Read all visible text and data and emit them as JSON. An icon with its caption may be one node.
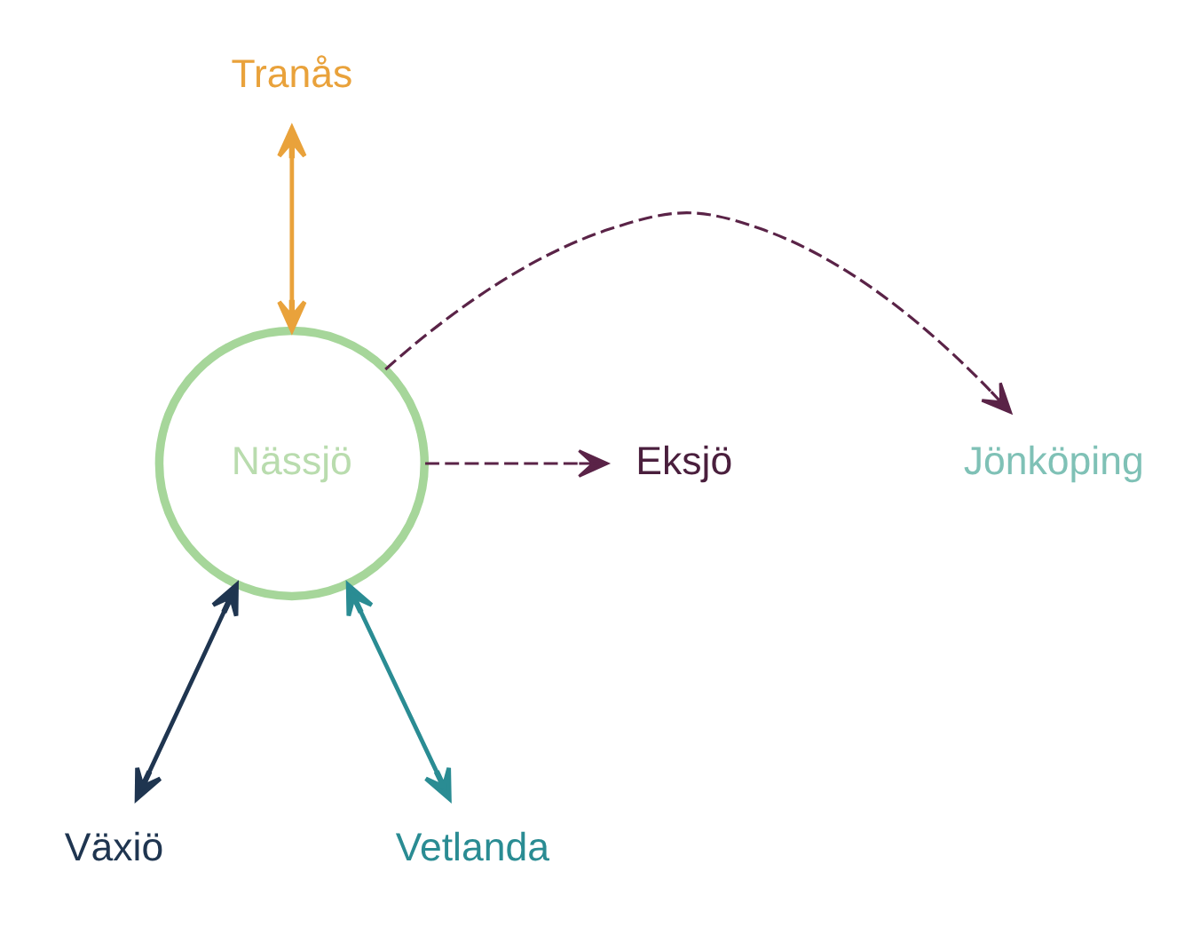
{
  "diagram": {
    "nodes": [
      {
        "text": [
          "Tranås"
        ]
      },
      {
        "text": [
          "Jönköping"
        ]
      },
      {
        "text": [
          "Nässjö"
        ]
      },
      {
        "text": [
          "Eksjö"
        ]
      },
      {
        "text": [
          "Växiö"
        ]
      },
      {
        "text": [
          "Vetlanda"
        ]
      }
    ],
    "edges": [
      {
        "from": 0,
        "to": 2,
        "arrow": "both",
        "color": "#e9a23b"
      },
      {
        "from": 2,
        "to": 1,
        "arrow": "to",
        "style": "dashed",
        "color": "#5a2347"
      },
      {
        "from": 2,
        "to": 3,
        "arrow": "to",
        "style": "dashed",
        "color": "#5a2347"
      },
      {
        "from": 2,
        "to": 4,
        "arrow": "both",
        "color": "#1f3550"
      },
      {
        "from": 2,
        "to": 5,
        "arrow": "both",
        "color": "#2a8c93"
      }
    ]
  }
}
